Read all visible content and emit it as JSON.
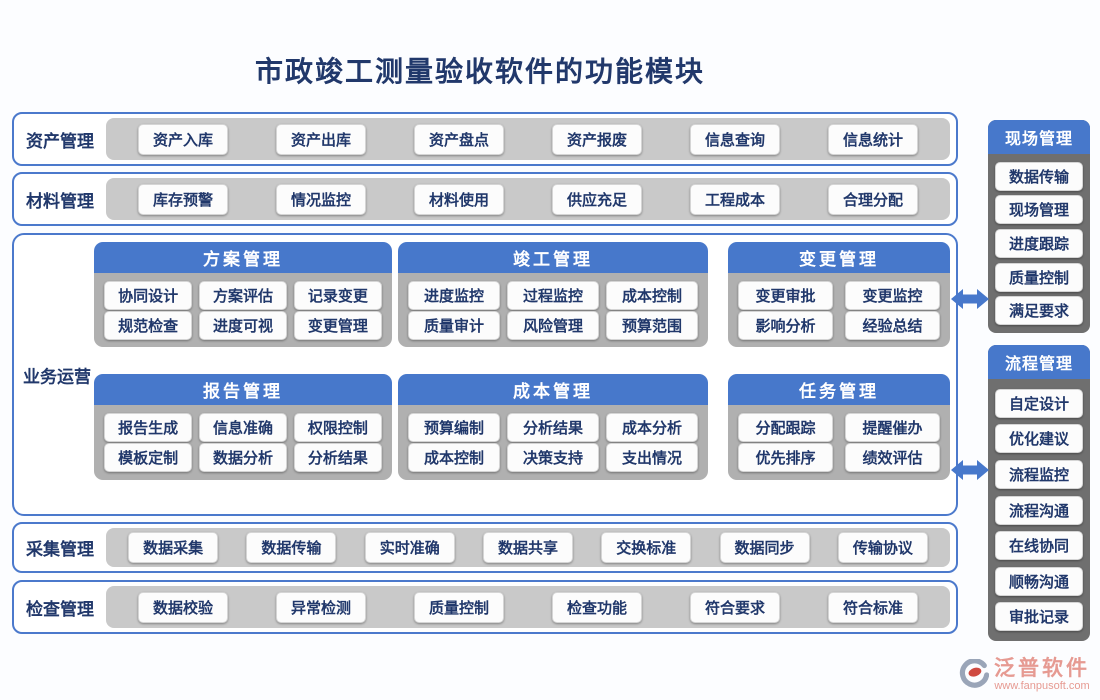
{
  "title": "市政竣工测量验收软件的功能模块",
  "bands": [
    {
      "label": "资产管理",
      "items": [
        "资产入库",
        "资产出库",
        "资产盘点",
        "资产报废",
        "信息查询",
        "信息统计"
      ]
    },
    {
      "label": "材料管理",
      "items": [
        "库存预警",
        "情况监控",
        "材料使用",
        "供应充足",
        "工程成本",
        "合理分配"
      ]
    },
    {
      "label": "采集管理",
      "items": [
        "数据采集",
        "数据传输",
        "实时准确",
        "数据共享",
        "交换标准",
        "数据同步",
        "传输协议"
      ]
    },
    {
      "label": "检查管理",
      "items": [
        "数据校验",
        "异常检测",
        "质量控制",
        "检查功能",
        "符合要求",
        "符合标准"
      ]
    }
  ],
  "business": {
    "label": "业务运营",
    "panels": [
      {
        "title": "方案管理",
        "items": [
          "协同设计",
          "方案评估",
          "记录变更",
          "规范检查",
          "进度可视",
          "变更管理"
        ]
      },
      {
        "title": "竣工管理",
        "items": [
          "进度监控",
          "过程监控",
          "成本控制",
          "质量审计",
          "风险管理",
          "预算范围"
        ]
      },
      {
        "title": "变更管理",
        "items": [
          "变更审批",
          "变更监控",
          "影响分析",
          "经验总结"
        ]
      },
      {
        "title": "报告管理",
        "items": [
          "报告生成",
          "信息准确",
          "权限控制",
          "模板定制",
          "数据分析",
          "分析结果"
        ]
      },
      {
        "title": "成本管理",
        "items": [
          "预算编制",
          "分析结果",
          "成本分析",
          "成本控制",
          "决策支持",
          "支出情况"
        ]
      },
      {
        "title": "任务管理",
        "items": [
          "分配跟踪",
          "提醒催办",
          "优先排序",
          "绩效评估"
        ]
      }
    ]
  },
  "sidebar": [
    {
      "title": "现场管理",
      "items": [
        "数据传输",
        "现场管理",
        "进度跟踪",
        "质量控制",
        "满足要求"
      ]
    },
    {
      "title": "流程管理",
      "items": [
        "自定设计",
        "优化建议",
        "流程监控",
        "流程沟通",
        "在线协同",
        "顺畅沟通",
        "审批记录"
      ]
    }
  ],
  "footer": {
    "brand": "泛普软件",
    "website": "www.fanpusoft.com"
  },
  "colors": {
    "accent_blue": "#4778cb",
    "dark_navy_text": "#21386b",
    "band_tray_gray": "#c9c9c9",
    "panel_body_gray": "#b0b0b0",
    "sidebar_gray": "#6f6f6f",
    "logo_salmon": "#e69a92"
  }
}
